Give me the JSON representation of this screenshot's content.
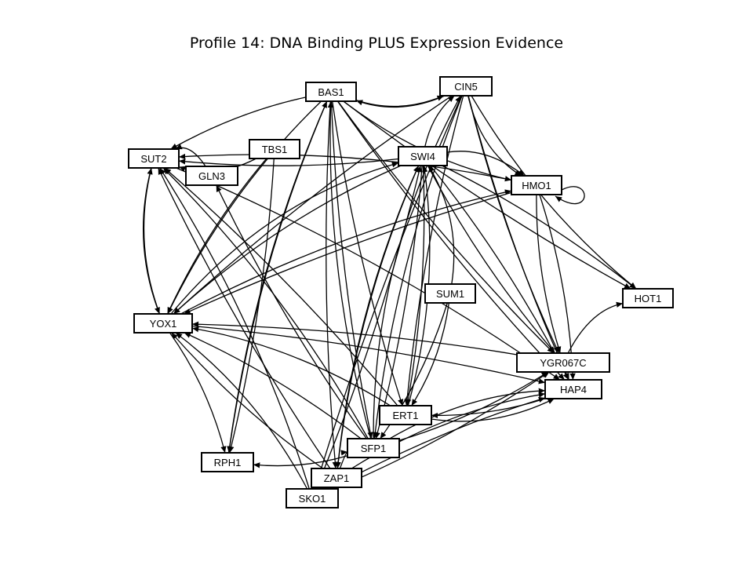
{
  "title": "Profile 14: DNA Binding PLUS Expression Evidence",
  "colors": {
    "background": "#ffffff",
    "stroke": "#000000",
    "text": "#000000"
  },
  "nodes": [
    {
      "id": "BAS1",
      "label": "BAS1"
    },
    {
      "id": "CIN5",
      "label": "CIN5"
    },
    {
      "id": "TBS1",
      "label": "TBS1"
    },
    {
      "id": "SUT2",
      "label": "SUT2"
    },
    {
      "id": "GLN3",
      "label": "GLN3"
    },
    {
      "id": "SWI4",
      "label": "SWI4"
    },
    {
      "id": "HMO1",
      "label": "HMO1"
    },
    {
      "id": "SUM1",
      "label": "SUM1"
    },
    {
      "id": "HOT1",
      "label": "HOT1"
    },
    {
      "id": "YOX1",
      "label": "YOX1"
    },
    {
      "id": "YGR067C",
      "label": "YGR067C"
    },
    {
      "id": "HAP4",
      "label": "HAP4"
    },
    {
      "id": "ERT1",
      "label": "ERT1"
    },
    {
      "id": "SFP1",
      "label": "SFP1"
    },
    {
      "id": "RPH1",
      "label": "RPH1"
    },
    {
      "id": "ZAP1",
      "label": "ZAP1"
    },
    {
      "id": "SKO1",
      "label": "SKO1"
    }
  ],
  "edges": [
    [
      "BAS1",
      "CIN5"
    ],
    [
      "CIN5",
      "BAS1"
    ],
    [
      "BAS1",
      "SUT2"
    ],
    [
      "BAS1",
      "HMO1"
    ],
    [
      "BAS1",
      "YGR067C"
    ],
    [
      "BAS1",
      "HAP4"
    ],
    [
      "BAS1",
      "YOX1"
    ],
    [
      "BAS1",
      "SFP1"
    ],
    [
      "BAS1",
      "ERT1"
    ],
    [
      "BAS1",
      "RPH1"
    ],
    [
      "BAS1",
      "ZAP1"
    ],
    [
      "BAS1",
      "HOT1"
    ],
    [
      "CIN5",
      "HMO1"
    ],
    [
      "CIN5",
      "YGR067C"
    ],
    [
      "CIN5",
      "HAP4"
    ],
    [
      "CIN5",
      "SFP1"
    ],
    [
      "CIN5",
      "ERT1"
    ],
    [
      "CIN5",
      "YOX1"
    ],
    [
      "CIN5",
      "HOT1"
    ],
    [
      "CIN5",
      "SKO1"
    ],
    [
      "SWI4",
      "SUT2"
    ],
    [
      "SWI4",
      "HMO1"
    ],
    [
      "SWI4",
      "YGR067C"
    ],
    [
      "SWI4",
      "HAP4"
    ],
    [
      "SWI4",
      "YOX1"
    ],
    [
      "SWI4",
      "SFP1"
    ],
    [
      "SWI4",
      "ERT1"
    ],
    [
      "SWI4",
      "ZAP1"
    ],
    [
      "SWI4",
      "CIN5"
    ],
    [
      "SWI4",
      "HOT1"
    ],
    [
      "TBS1",
      "SUT2"
    ],
    [
      "TBS1",
      "YOX1"
    ],
    [
      "TBS1",
      "RPH1"
    ],
    [
      "GLN3",
      "SUT2"
    ],
    [
      "HMO1",
      "YGR067C"
    ],
    [
      "HMO1",
      "HAP4"
    ],
    [
      "HMO1",
      "SUT2"
    ],
    [
      "HMO1",
      "HMO1"
    ],
    [
      "HMO1",
      "YOX1"
    ],
    [
      "SUM1",
      "SWI4"
    ],
    [
      "SUM1",
      "ERT1"
    ],
    [
      "SUM1",
      "SFP1"
    ],
    [
      "YOX1",
      "SUT2"
    ],
    [
      "SUT2",
      "YOX1"
    ],
    [
      "YOX1",
      "HAP4"
    ],
    [
      "YOX1",
      "SWI4"
    ],
    [
      "YOX1",
      "RPH1"
    ],
    [
      "YGR067C",
      "YOX1"
    ],
    [
      "YGR067C",
      "HOT1"
    ],
    [
      "HAP4",
      "ERT1"
    ],
    [
      "ERT1",
      "HAP4"
    ],
    [
      "ERT1",
      "YOX1"
    ],
    [
      "ERT1",
      "SUT2"
    ],
    [
      "SFP1",
      "RPH1"
    ],
    [
      "SFP1",
      "HAP4"
    ],
    [
      "SFP1",
      "YGR067C"
    ],
    [
      "SFP1",
      "YOX1"
    ],
    [
      "SFP1",
      "SUT2"
    ],
    [
      "SFP1",
      "GLN3"
    ],
    [
      "SFP1",
      "BAS1"
    ],
    [
      "SFP1",
      "CIN5"
    ],
    [
      "ZAP1",
      "SFP1"
    ],
    [
      "ZAP1",
      "YOX1"
    ],
    [
      "ZAP1",
      "HAP4"
    ],
    [
      "ZAP1",
      "SUT2"
    ],
    [
      "ZAP1",
      "SWI4"
    ],
    [
      "SKO1",
      "YOX1"
    ],
    [
      "SKO1",
      "HAP4"
    ],
    [
      "SKO1",
      "YGR067C"
    ],
    [
      "SKO1",
      "SUT2"
    ],
    [
      "SKO1",
      "SWI4"
    ],
    [
      "YOX1",
      "HMO1"
    ],
    [
      "SUT2",
      "HAP4"
    ],
    [
      "RPH1",
      "BAS1"
    ],
    [
      "ERT1",
      "SWI4"
    ]
  ]
}
